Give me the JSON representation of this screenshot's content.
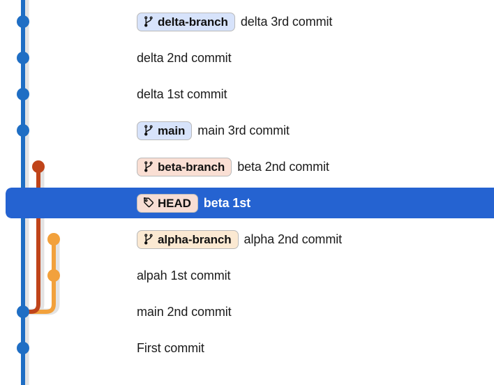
{
  "view": {
    "title": "git-graph-history",
    "selected_row_index": 5,
    "colors": {
      "selection_blue": "#2563d1",
      "lane_main": "#1f6ec4",
      "lane_beta": "#c0441a",
      "lane_alpha": "#f2a13c",
      "badge_blue_bg": "#d7e3fb",
      "badge_red_bg": "#fadfd4",
      "badge_orange_bg": "#fbe9d2",
      "badge_pink_bg": "#f7ddd4",
      "badge_border": "#b9b9b9",
      "text": "#1b1b1b",
      "text_selected": "#ffffff",
      "background": "#ffffff"
    }
  },
  "graph": {
    "lanes": [
      {
        "name": "main",
        "x": 33,
        "color": "#1f6ec4"
      },
      {
        "name": "beta",
        "x": 55,
        "color": "#c0441a"
      },
      {
        "name": "alpha",
        "x": 77,
        "color": "#f2a13c"
      }
    ],
    "row_y": [
      31,
      83,
      135,
      187,
      239,
      291,
      343,
      395,
      447,
      499
    ]
  },
  "commits": [
    {
      "message": "delta 3rd commit",
      "refs": [
        {
          "label": "delta-branch",
          "icon": "git-branch-icon",
          "style": "blue"
        }
      ],
      "lane": "main",
      "node": "dot",
      "selected": false
    },
    {
      "message": "delta 2nd commit",
      "refs": [],
      "lane": "main",
      "node": "dot",
      "selected": false
    },
    {
      "message": "delta 1st commit",
      "refs": [],
      "lane": "main",
      "node": "dot",
      "selected": false
    },
    {
      "message": "main 3rd commit",
      "refs": [
        {
          "label": "main",
          "icon": "git-branch-icon",
          "style": "blue"
        }
      ],
      "lane": "main",
      "node": "dot",
      "selected": false
    },
    {
      "message": "beta 2nd commit",
      "refs": [
        {
          "label": "beta-branch",
          "icon": "git-branch-icon",
          "style": "red"
        }
      ],
      "lane": "beta",
      "node": "dot",
      "selected": false
    },
    {
      "message": "beta 1st",
      "refs": [
        {
          "label": "HEAD",
          "icon": "tag-icon",
          "style": "pink"
        }
      ],
      "lane": "beta",
      "node": "ring",
      "selected": true
    },
    {
      "message": "alpha 2nd commit",
      "refs": [
        {
          "label": "alpha-branch",
          "icon": "git-branch-icon",
          "style": "orange"
        }
      ],
      "lane": "alpha",
      "node": "dot",
      "selected": false
    },
    {
      "message": "alpah 1st commit",
      "refs": [],
      "lane": "alpha",
      "node": "dot",
      "selected": false
    },
    {
      "message": "main 2nd commit",
      "refs": [],
      "lane": "main",
      "node": "dot",
      "selected": false
    },
    {
      "message": "First commit",
      "refs": [],
      "lane": "main",
      "node": "dot",
      "selected": false
    }
  ]
}
